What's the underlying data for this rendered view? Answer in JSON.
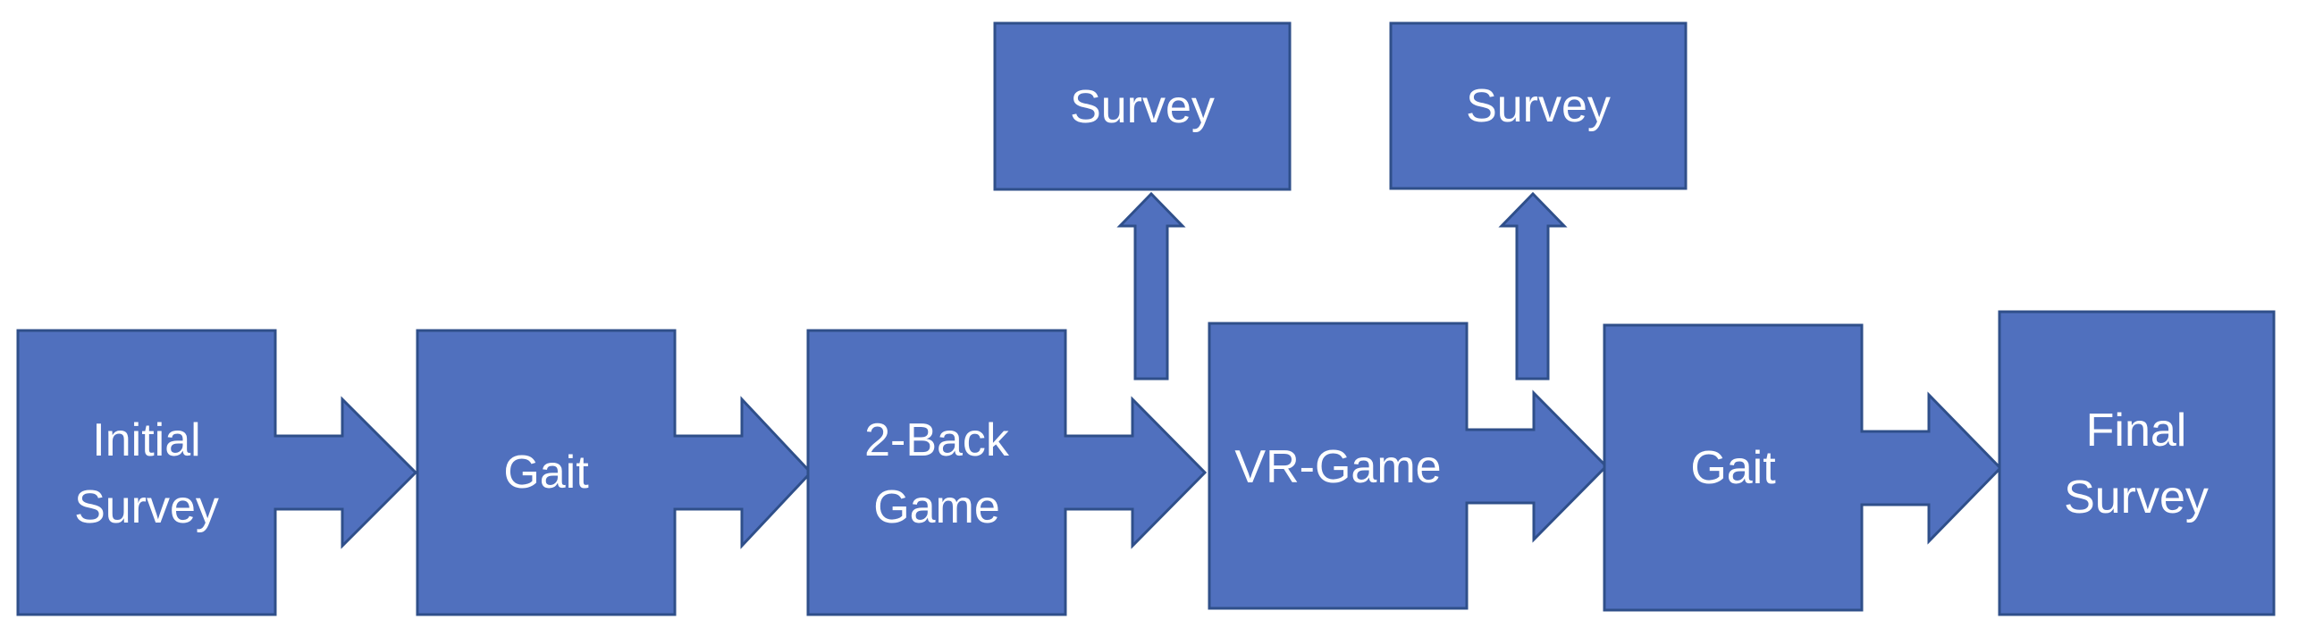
{
  "colors": {
    "fill": "#5070be",
    "stroke": "#2f4f8a",
    "text": "#ffffff",
    "background": "#ffffff"
  },
  "nodes": {
    "initial_survey": {
      "line1": "Initial",
      "line2": "Survey"
    },
    "gait_1": {
      "label": "Gait"
    },
    "two_back_game": {
      "line1": "2-Back",
      "line2": "Game"
    },
    "vr_game": {
      "label": "VR-Game"
    },
    "gait_2": {
      "label": "Gait"
    },
    "final_survey": {
      "line1": "Final",
      "line2": "Survey"
    },
    "survey_1": {
      "label": "Survey"
    },
    "survey_2": {
      "label": "Survey"
    }
  }
}
